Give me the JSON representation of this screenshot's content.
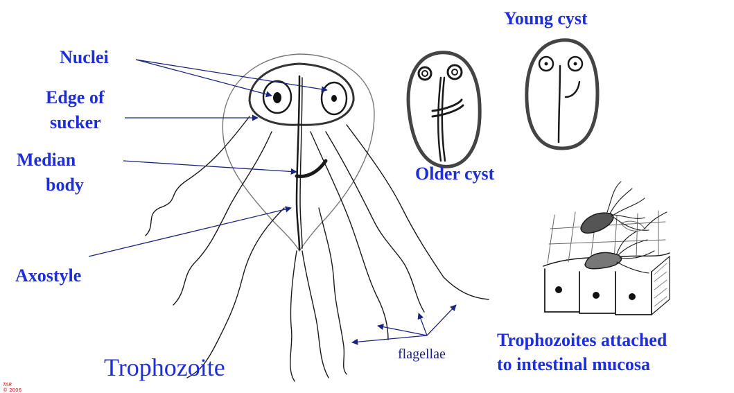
{
  "labels": {
    "nuclei": "Nuclei",
    "edge_of_sucker_1": "Edge of",
    "edge_of_sucker_2": "sucker",
    "median_body_1": "Median",
    "median_body_2": "body",
    "axostyle": "Axostyle",
    "trophozoite": "Trophozoite",
    "flagellae": "flagellae",
    "young_cyst": "Young cyst",
    "older_cyst": "Older cyst",
    "attached_1": "Trophozoites attached",
    "attached_2": "to intestinal mucosa"
  },
  "signature": {
    "initials": "TAR",
    "year": "© 2006"
  },
  "colors": {
    "label": "#1f2fd8",
    "pointer": "#1a237e",
    "ink": "#1a1a1a",
    "signature": "#d01010"
  }
}
